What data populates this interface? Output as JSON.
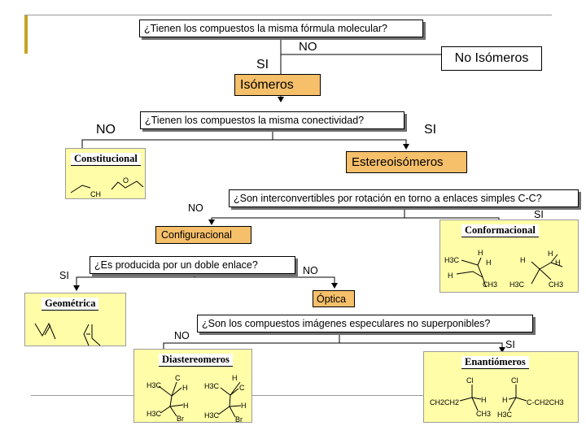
{
  "q1": "¿Tienen los compuestos la misma fórmula molecular?",
  "no_1": "NO",
  "no_isomeros": "No Isómeros",
  "si_1": "SI",
  "isomeros": "Isómeros",
  "q2": "¿Tienen los compuestos la misma conectividad?",
  "no_2": "NO",
  "si_2": "SI",
  "estereoisomeros": "Estereoisómeros",
  "card_constitucional": {
    "title": "Constitucional",
    "lbl_o": "O",
    "lbl_ch": "CH"
  },
  "no_3": "NO",
  "q3": "¿Son interconvertibles por rotación en torno a enlaces simples C-C?",
  "si_3": "SI",
  "configuracional": "Configuracional",
  "card_conformacional": {
    "title": "Conformacional",
    "m1": {
      "a": "H3C",
      "b": "H",
      "c": "H",
      "d": "H",
      "e": "CH3"
    },
    "m2": {
      "a": "H",
      "b": "H",
      "c": "H",
      "d": "H3C",
      "e": "CH3"
    }
  },
  "si_4": "SI",
  "q4": "¿Es producida por un doble enlace?",
  "no_4": "NO",
  "optica": "Óptica",
  "card_geometrica": {
    "title": "Geométrica"
  },
  "no_5": "NO",
  "q5": "¿Son los compuestos imágenes especulares no superponibles?",
  "si_5": "SI",
  "card_diastereomeros": {
    "title": "Diastereomeros",
    "m1": {
      "a": "C",
      "b": "H3C",
      "c": "H",
      "d": "H3C",
      "e": "H",
      "f": "Br"
    },
    "m2": {
      "a": "H",
      "b": "H3C",
      "c": "C",
      "d": "H3C",
      "e": "H",
      "f": "Br"
    }
  },
  "card_enantiomeros": {
    "title": "Enantiómeros",
    "m1": {
      "a": "Cl",
      "b": "CH2CH2",
      "c": "H",
      "d": "CH3"
    },
    "m2": {
      "a": "Cl",
      "b": "H",
      "c": "C-CH2CH3",
      "d": "H3C"
    }
  },
  "colors": {
    "accent_box": "#f6bf6a",
    "card_bg": "#fffda8",
    "frame_accent": "#c8a323"
  }
}
